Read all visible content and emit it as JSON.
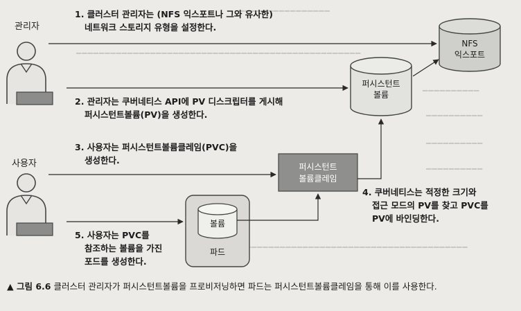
{
  "roles": {
    "admin": "관리자",
    "user": "사용자"
  },
  "nodes": {
    "nfs_export": [
      "NFS",
      "익스포트"
    ],
    "persistent_volume": [
      "퍼시스턴트",
      "볼륨"
    ],
    "pvc": [
      "퍼시스턴트",
      "볼륨클레임"
    ],
    "pod_volume": "볼륨",
    "pod": "파드"
  },
  "steps": {
    "step1": [
      "1. 클러스터 관리자는 (NFS 익스포트나 그와 유사한)",
      "네트워크 스토리지 유형을 설정한다."
    ],
    "step2": [
      "2. 관리자는 쿠버네티스 API에 PV 디스크립터를 게시해",
      "퍼시스턴트볼륨(PV)을 생성한다."
    ],
    "step3": [
      "3. 사용자는 퍼시스턴트볼륨클레임(PVC)을",
      "생성한다."
    ],
    "step4": [
      "4. 쿠버네티스는 적정한 크기와",
      "접근 모드의 PV를 찾고 PVC를",
      "PV에 바인딩한다."
    ],
    "step5": [
      "5. 사용자는 PVC를",
      "참조하는 볼륨을 가진",
      "포드를 생성한다."
    ]
  },
  "caption": {
    "marker": "▲ 그림 6.6",
    "text": " 클러스터 관리자가 퍼시스턴트볼륨을 프로비저닝하면 파드는 퍼시스턴트볼륨클레임을 통해 이를 사용한다."
  }
}
